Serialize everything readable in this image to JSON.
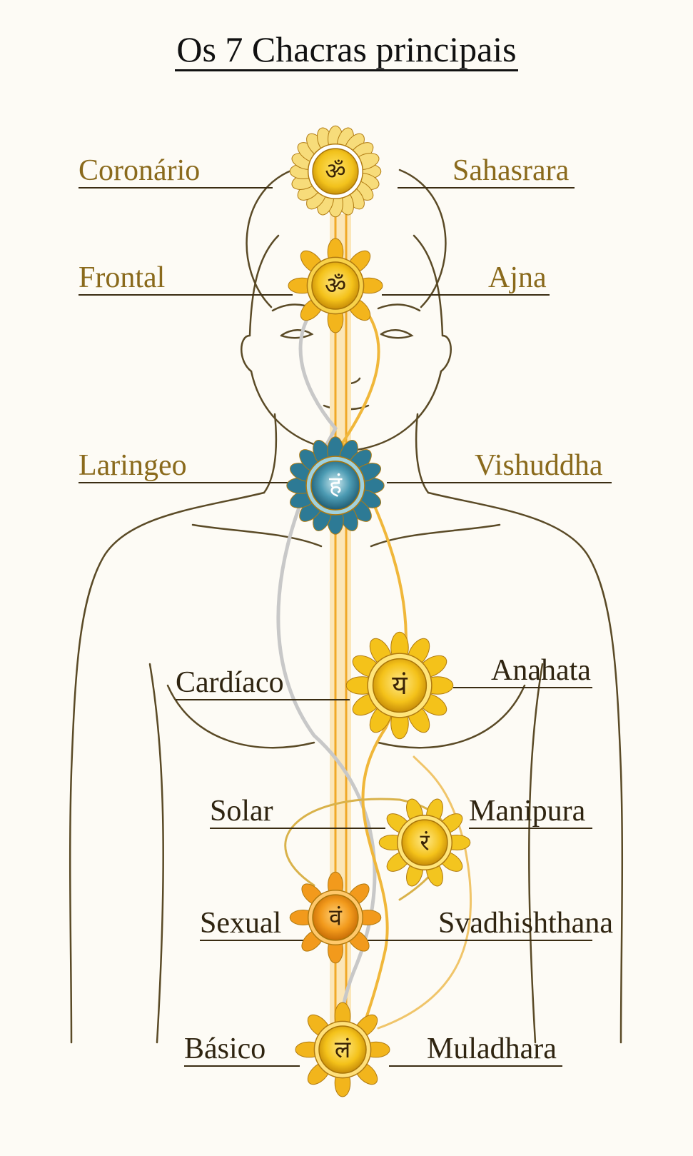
{
  "title": "Os 7 Chacras principais",
  "colors": {
    "outline": "#5a4a26",
    "label_gold": "#8a6a1c",
    "label_dark": "#2f2410",
    "crown": "#f2c21c",
    "third_eye": "#f1b21a",
    "throat": "#2d7a95",
    "heart": "#f4c21a",
    "solar": "#f3c51f",
    "sacral": "#f29a1c",
    "root": "#f2b51c"
  },
  "chakras": [
    {
      "id": "crown",
      "left_name": "Coronário",
      "right_name": "Sahasrara",
      "symbol": "ॐ",
      "icon": "crown-lotus-icon"
    },
    {
      "id": "third-eye",
      "left_name": "Frontal",
      "right_name": "Ajna",
      "symbol": "ॐ",
      "icon": "third-eye-lotus-icon"
    },
    {
      "id": "throat",
      "left_name": "Laringeo",
      "right_name": "Vishuddha",
      "symbol": "हं",
      "icon": "throat-lotus-icon"
    },
    {
      "id": "heart",
      "left_name": "Cardíaco",
      "right_name": "Anahata",
      "symbol": "यं",
      "icon": "heart-lotus-icon"
    },
    {
      "id": "solar",
      "left_name": "Solar",
      "right_name": "Manipura",
      "symbol": "रं",
      "icon": "solar-lotus-icon"
    },
    {
      "id": "sacral",
      "left_name": "Sexual",
      "right_name": "Svadhishthana",
      "symbol": "वं",
      "icon": "sacral-lotus-icon"
    },
    {
      "id": "root",
      "left_name": "Básico",
      "right_name": "Muladhara",
      "symbol": "लं",
      "icon": "root-lotus-icon"
    }
  ]
}
